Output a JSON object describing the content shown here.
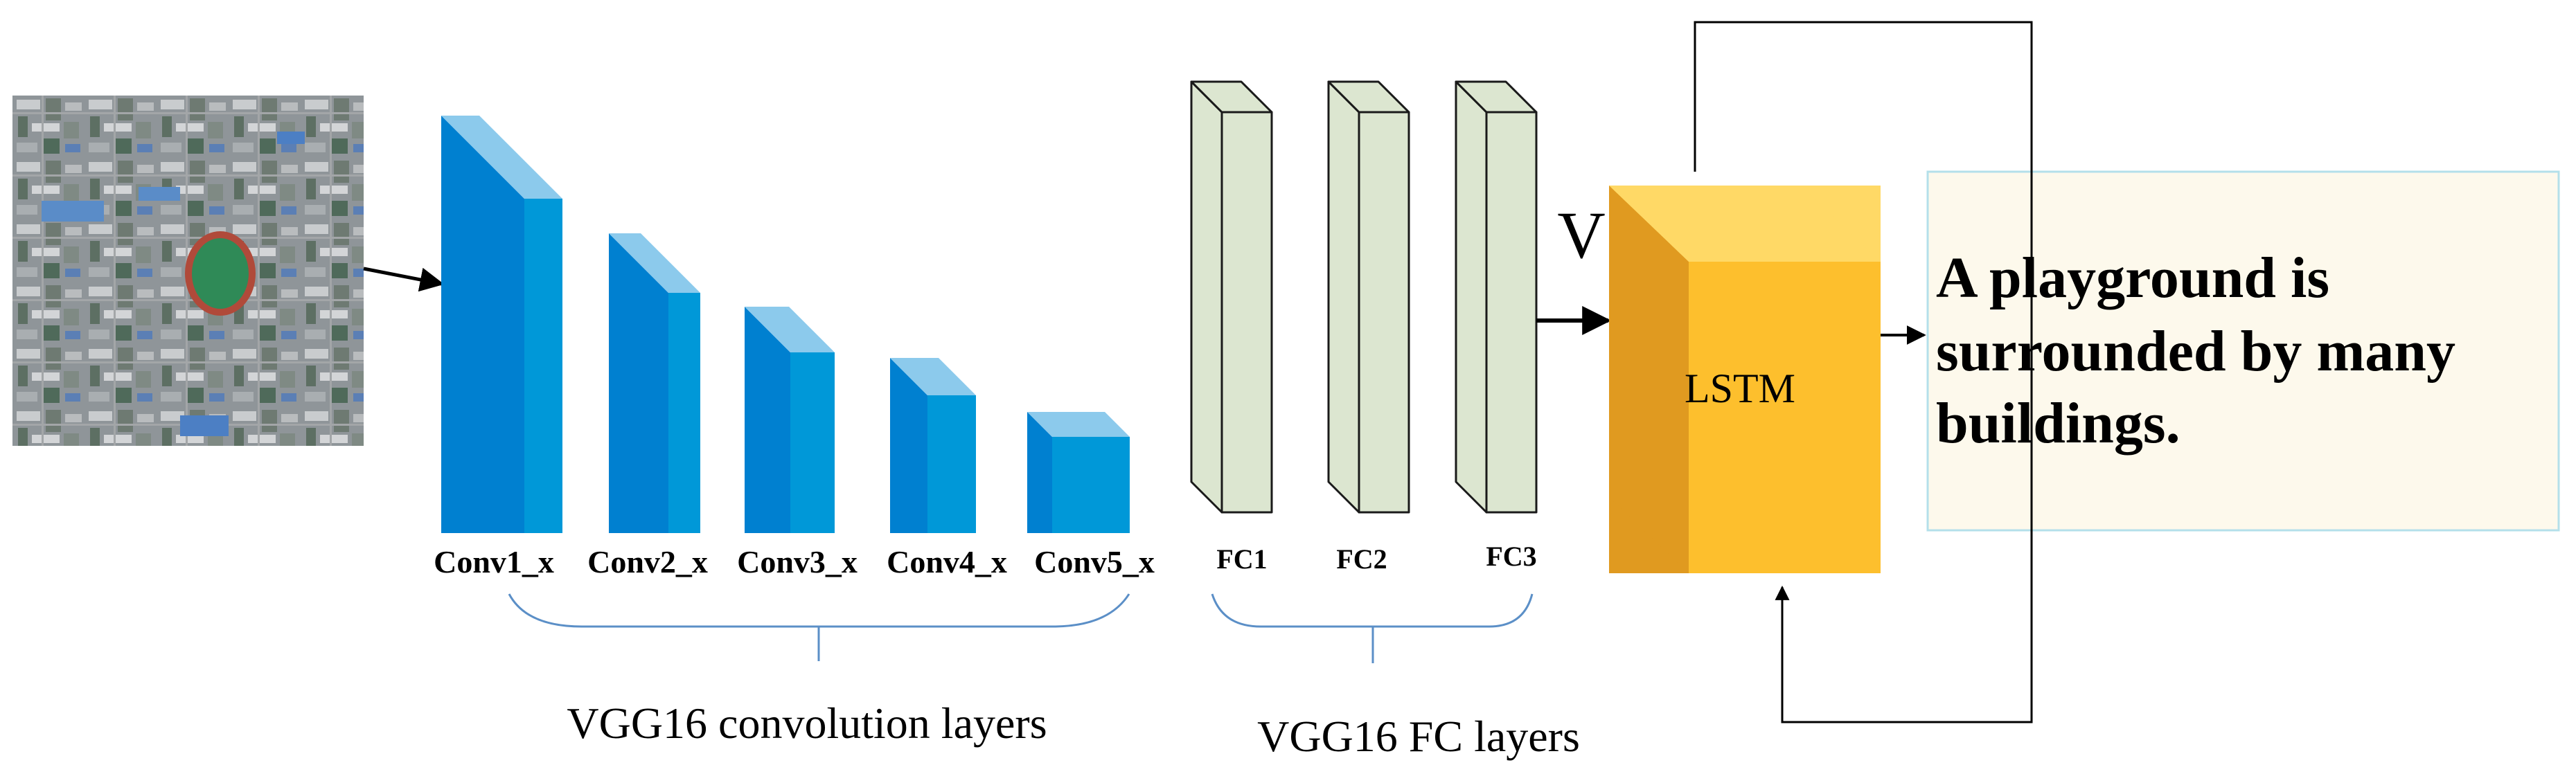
{
  "input_image": {
    "kind": "aerial remote-sensing photo"
  },
  "conv_layers": [
    {
      "label": "Conv1_x"
    },
    {
      "label": "Conv2_x"
    },
    {
      "label": "Conv3_x"
    },
    {
      "label": "Conv4_x"
    },
    {
      "label": "Conv5_x"
    }
  ],
  "fc_layers": [
    {
      "label": "FC1"
    },
    {
      "label": "FC2"
    },
    {
      "label": "FC3"
    }
  ],
  "group_labels": {
    "conv": "VGG16 convolution layers",
    "fc": "VGG16 FC layers"
  },
  "vector_label": "V",
  "lstm_label": "LSTM",
  "caption_lines": [
    "A playground is",
    "surrounded by many",
    "buildings."
  ],
  "colors": {
    "conv_front": "#0080d0",
    "conv_side": "#0098d8",
    "conv_top": "#8ccaec",
    "fc_fill": "#dce6d0",
    "lstm_front": "#fdbf2d",
    "lstm_side": "#e09a20",
    "lstm_top": "#ffd966",
    "caption_box_fill": "#fdf9ec",
    "caption_box_stroke": "#b4e0ea",
    "brace": "#5b8fc7"
  }
}
